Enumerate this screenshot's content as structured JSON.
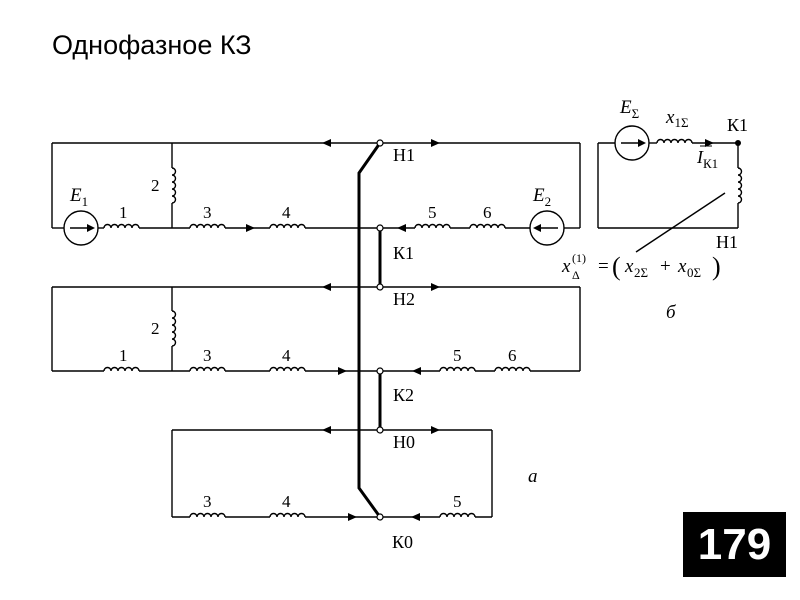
{
  "title": "Однофазное КЗ",
  "page_number": "179",
  "labels": {
    "h1": "Н1",
    "k1": "К1",
    "h2": "Н2",
    "k2": "К2",
    "h0": "Н0",
    "k0": "К0",
    "e1": "E",
    "e1_sub": "1",
    "e2": "E",
    "e2_sub": "2",
    "n1": "1",
    "n2": "2",
    "n3": "3",
    "n4": "4",
    "n5": "5",
    "n6": "6",
    "r_n1": "1",
    "r_n2": "2",
    "r_n3": "3",
    "r_n4": "4",
    "r_n5": "5",
    "r_n6": "6",
    "z_n3": "3",
    "z_n4": "4",
    "z_n5": "5",
    "fig_a": "а",
    "fig_b": "б",
    "eq_e": "E",
    "eq_e_sub": "Σ",
    "eq_x1": "x",
    "eq_x1_sub": "1Σ",
    "eq_k1": "К1",
    "eq_i": "I",
    "eq_i_sub": "К1",
    "eq_h1": "Н1",
    "eq_x": "x",
    "eq_x_sup": "(1)",
    "eq_x_sub": "Δ",
    "eq_eq": "=",
    "eq_lp": "(",
    "eq_rp": ")",
    "eq_x2": "x",
    "eq_x2_sub": "2Σ",
    "eq_plus": "+",
    "eq_x0": "x",
    "eq_x0_sub": "0Σ"
  },
  "colors": {
    "ink": "#000000",
    "background": "#ffffff",
    "badge": "#000000",
    "badge_text": "#ffffff"
  }
}
